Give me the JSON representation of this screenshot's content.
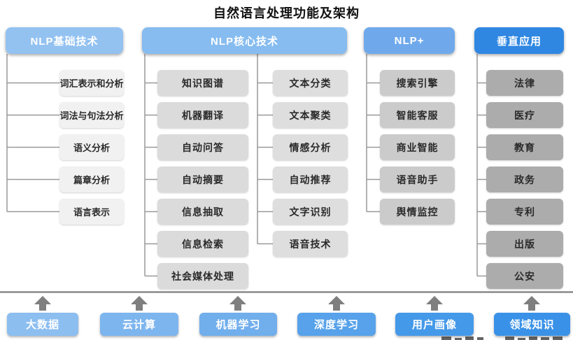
{
  "title": "自然语言处理功能及架构",
  "columns": [
    {
      "header": "NLP基础技术",
      "header_color": "#93C2F1",
      "box_color": "#F1F1F1",
      "items": [
        "词汇表示和分析",
        "词法与句法分析",
        "语义分析",
        "篇章分析",
        "语言表示"
      ]
    },
    {
      "header": "NLP核心技术",
      "header_color": "#86BCF0",
      "box_color_left": "#DBDBDB",
      "box_color_right": "#DEDEDE",
      "items_left": [
        "知识图谱",
        "机器翻译",
        "自动问答",
        "自动摘要",
        "信息抽取",
        "信息检索",
        "社会媒体处理"
      ],
      "items_right": [
        "文本分类",
        "文本聚类",
        "情感分析",
        "自动推荐",
        "文字识别",
        "语音技术"
      ]
    },
    {
      "header": "NLP+",
      "header_color": "#6FA9EC",
      "box_color": "#CBCBCB",
      "items": [
        "搜索引擎",
        "智能客服",
        "商业智能",
        "语音助手",
        "舆情监控"
      ]
    },
    {
      "header": "垂直应用",
      "header_color": "#2F87E2",
      "box_color": "#ACACAC",
      "items": [
        "法律",
        "医疗",
        "教育",
        "政务",
        "专利",
        "出版",
        "公安"
      ]
    }
  ],
  "foundation": {
    "items": [
      {
        "label": "大数据",
        "color": "#8CBEF0"
      },
      {
        "label": "云计算",
        "color": "#7DB5EE"
      },
      {
        "label": "机器学习",
        "color": "#71AEEC"
      },
      {
        "label": "深度学习",
        "color": "#57A2EA"
      },
      {
        "label": "用户画像",
        "color": "#4599E9"
      },
      {
        "label": "领域知识",
        "color": "#3A92E8"
      }
    ]
  },
  "style_colors": {
    "connector": "#999999",
    "divider": "#8a8a8a",
    "arrow": "#7f7f7f",
    "header_text": "#ffffff",
    "box_text": "#2a2a2a"
  }
}
